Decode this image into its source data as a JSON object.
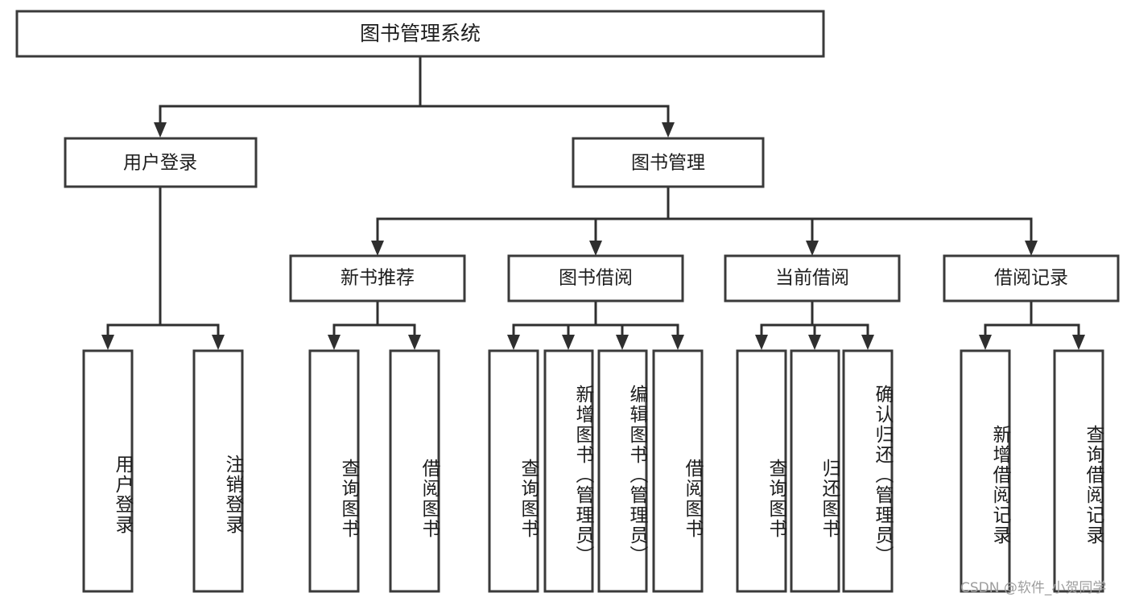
{
  "diagram": {
    "title": "图书管理系统",
    "type": "tree-hierarchy-chart",
    "root": {
      "label": "图书管理系统"
    },
    "level2": [
      {
        "label": "用户登录"
      },
      {
        "label": "图书管理"
      }
    ],
    "level3": [
      {
        "label": "新书推荐"
      },
      {
        "label": "图书借阅"
      },
      {
        "label": "当前借阅"
      },
      {
        "label": "借阅记录"
      }
    ],
    "leaves": {
      "user_login": [
        {
          "label": "用户登录"
        },
        {
          "label": "注销登录"
        }
      ],
      "new_book_recommend": [
        {
          "label": "查询图书"
        },
        {
          "label": "借阅图书"
        }
      ],
      "book_borrow": [
        {
          "label": "查询图书"
        },
        {
          "label": "新增图书（管理员）"
        },
        {
          "label": "编辑图书（管理员）"
        },
        {
          "label": "借阅图书"
        }
      ],
      "current_borrow": [
        {
          "label": "查询图书"
        },
        {
          "label": "归还图书"
        },
        {
          "label": "确认归还（管理员）"
        }
      ],
      "borrow_record": [
        {
          "label": "新增借阅记录"
        },
        {
          "label": "查询借阅记录"
        }
      ]
    }
  },
  "watermark": {
    "text": "CSDN @软件_小贺同学"
  },
  "colors": {
    "box_stroke": "#3a3a3a",
    "connector": "#2f2f2f",
    "text": "#1d1d1d",
    "background": "#ffffff",
    "watermark": "#9e9e9e"
  }
}
